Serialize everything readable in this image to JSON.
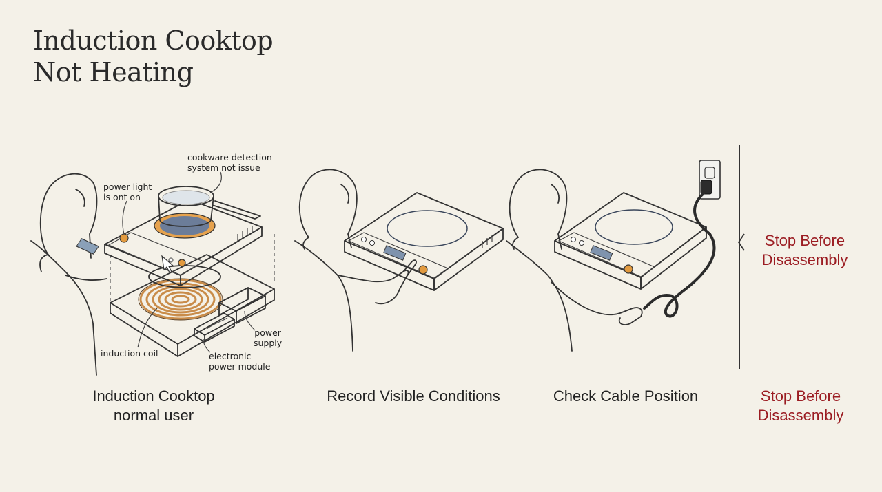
{
  "title": {
    "line1": "Induction Cooktop",
    "line2": "Not Heating"
  },
  "panels": [
    {
      "caption_line1": "Induction Cooktop",
      "caption_line2": "normal user",
      "annotations": {
        "power_light": [
          "power light",
          "is ont on"
        ],
        "cookware": [
          "cookware detection",
          "system not issue"
        ],
        "power_supply": [
          "power",
          "supply"
        ],
        "induction_coil": "induction coil",
        "power_module": [
          "electronic",
          "power module"
        ]
      }
    },
    {
      "caption": "Record Visible Conditions"
    },
    {
      "caption": "Check Cable Position"
    },
    {
      "caption_line1": "Stop Before",
      "caption_line2": "Disassembly"
    }
  ],
  "side_note": {
    "line1": "Stop Before",
    "line2": "Disassembly"
  },
  "colors": {
    "background": "#f4f1e8",
    "cooktop_top": "#6c7d99",
    "cooktop_body": "#d9d9d6",
    "accent_orange": "#e29a3f",
    "coil_copper": "#c98c4a",
    "warning_red": "#9b1c22",
    "line": "#333333"
  }
}
